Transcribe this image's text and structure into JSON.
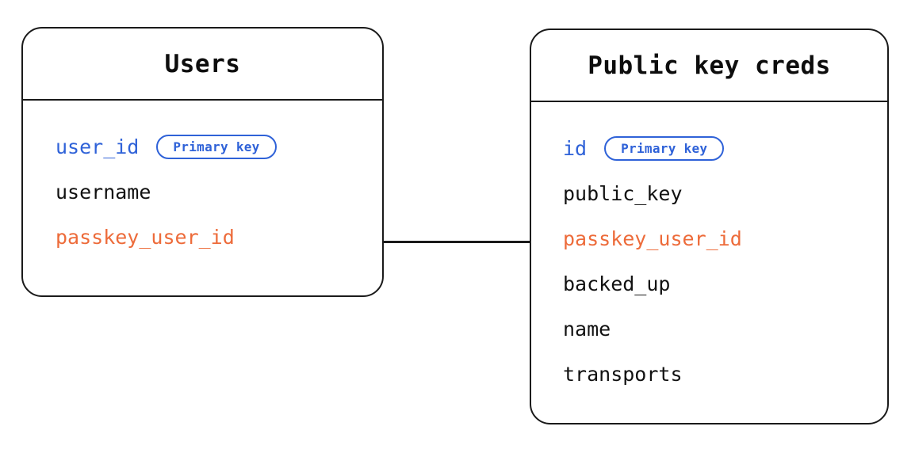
{
  "diagram": {
    "type": "entity-relationship-diagram",
    "background_color": "#ffffff",
    "border_color": "#1a1a1a",
    "colors": {
      "primary_key": "#2f62d8",
      "foreign_key": "#ed6b3a",
      "plain_field": "#111111",
      "badge_border": "#2f62d8",
      "badge_text": "#2f62d8",
      "connector": "#1a1a1a"
    },
    "entities": [
      {
        "id": "users",
        "title": "Users",
        "fields": [
          {
            "name": "user_id",
            "kind": "pk",
            "badge": "Primary key"
          },
          {
            "name": "username",
            "kind": "plain",
            "badge": null
          },
          {
            "name": "passkey_user_id",
            "kind": "fk",
            "badge": null
          }
        ]
      },
      {
        "id": "public_key_creds",
        "title": "Public key creds",
        "fields": [
          {
            "name": "id",
            "kind": "pk",
            "badge": "Primary key"
          },
          {
            "name": "public_key",
            "kind": "plain",
            "badge": null
          },
          {
            "name": "passkey_user_id",
            "kind": "fk",
            "badge": null
          },
          {
            "name": "backed_up",
            "kind": "plain",
            "badge": null
          },
          {
            "name": "name",
            "kind": "plain",
            "badge": null
          },
          {
            "name": "transports",
            "kind": "plain",
            "badge": null
          }
        ]
      }
    ],
    "relationships": [
      {
        "id": "users-to-public-key-creds",
        "from_entity": "users",
        "from_field": "passkey_user_id",
        "to_entity": "public_key_creds",
        "to_field": "passkey_user_id",
        "style": "straight-line"
      }
    ]
  }
}
